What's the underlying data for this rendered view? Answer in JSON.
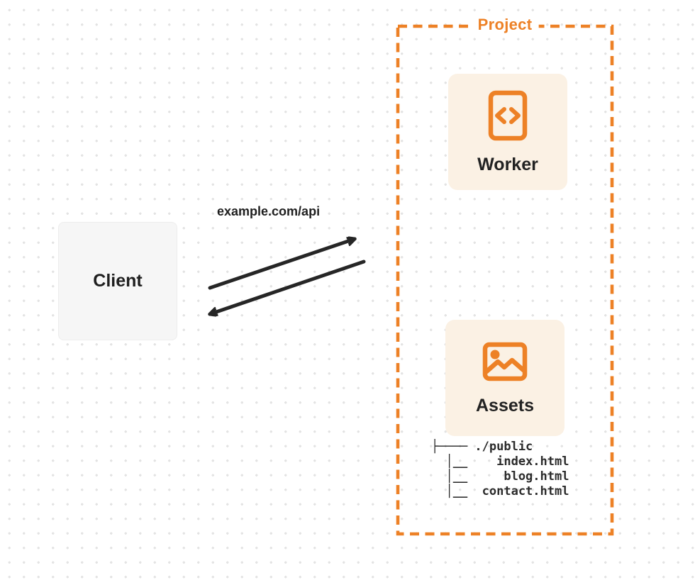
{
  "client": {
    "label": "Client"
  },
  "request": {
    "url_label": "example.com/api"
  },
  "project": {
    "label": "Project",
    "worker": {
      "label": "Worker",
      "icon": "code-file-icon"
    },
    "assets": {
      "label": "Assets",
      "icon": "image-icon"
    },
    "file_tree": {
      "lines": [
        "├──── ./public",
        "  │__    index.html",
        "  │__     blog.html",
        "  │__  contact.html"
      ]
    }
  },
  "colors": {
    "accent_orange": "#ED8126",
    "card_cream": "#FBF1E4",
    "card_gray": "#F6F6F6",
    "arrow_ink": "#262626",
    "dot_grid": "#E3E3E3"
  }
}
